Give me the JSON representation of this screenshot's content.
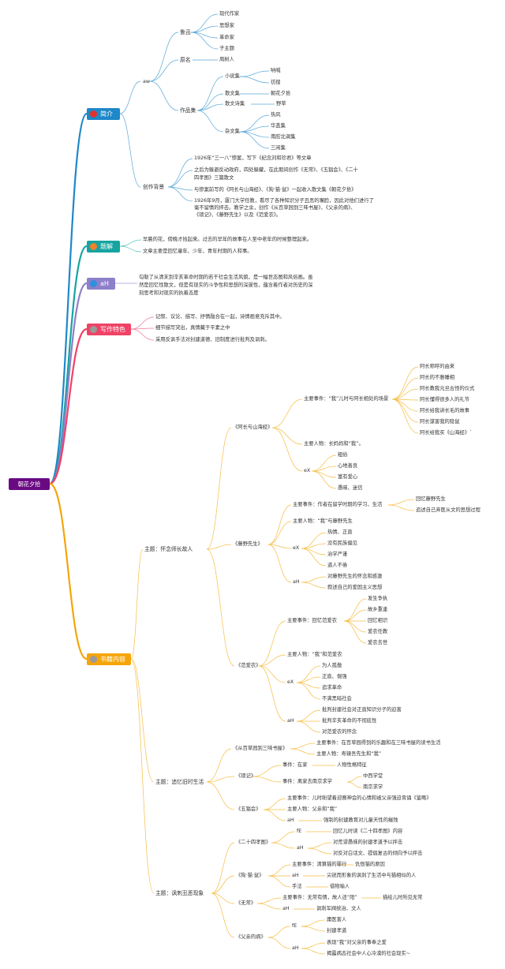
{
  "colors": {
    "brief": "#1e88c8",
    "title_explain": "#15a4a0",
    "theme": "#8e7fcb",
    "features": "#ef4266",
    "content": "#f5a50a",
    "root": "#6a0a83"
  },
  "root": {
    "label": "朝花夕拾"
  },
  "branches": {
    "brief": {
      "label": "简介",
      "icon": "red-circle-icon"
    },
    "title_explain": {
      "label": "题解",
      "icon": "orange-circle-icon"
    },
    "theme": {
      "label": "aH",
      "icon": "blue-circle-icon"
    },
    "features": {
      "label": "写作特色",
      "icon": "gray-circle-icon"
    },
    "content": {
      "label": "书籍内容",
      "icon": "gray-circle-icon"
    }
  },
  "brief": {
    "author_tag": "aw",
    "luxun": "鲁迅",
    "luxun_items": [
      "现代作家",
      "思想家",
      "革命家",
      "子主题"
    ],
    "real_name": "原名",
    "real_name_value": "周树人",
    "works": "作品集",
    "novels": "小说集",
    "novel_items": [
      "呐喊",
      "彷徨"
    ],
    "prose": "散文集",
    "prose_item": "朝花夕拾",
    "prose_poems": "散文诗集",
    "prose_poem_item": "野草",
    "essays": "杂文集",
    "essay_items": [
      "热风",
      "华盖集",
      "南腔北调集",
      "三闲集"
    ],
    "background": "创作背景",
    "background_items": [
      "1926年“三一八”惨案，写下《纪念刘和珍君》等文章",
      "之后为躲避反动政府，四处躲藏，在此期间创作《无常》、《五猖会》、《二十",
      "四孝图》三篇散文",
      "与惨案前写的《阿长与山海经》、《狗·猫·鼠》一起收入散文集《朝花夕拾》",
      "1926年9月，厦门大学任教，看尽了各种知识分子丑恶的嘴脸，因此对他们进行了",
      "毫不留情的抨击。教学之余，创作《从百草园到三味书屋》、《父亲的病》、",
      "《琐记》、《藤野先生》以及《范爱农》。"
    ]
  },
  "title_explain": {
    "lines": [
      "早晨的花，傍晚才拾起来。过去的早年的故事在人至中老年的时候整理起来。",
      "文章主要是回忆童年、少年、青年时期的人和事。"
    ]
  },
  "theme": {
    "lines": [
      "勾勒了从清末到辛亥革命时期的若干社会生活风貌，是一幅世态图和风俗画。虽",
      "然是回忆性散文，但是有现实的斗争性和思想的深邃性，蕴含着作者对历史的深",
      "刻思考和对现实的执着态度"
    ]
  },
  "features": {
    "lines": [
      "记叙、议论、描写、抒情融合在一起，诗情画意充斥其中。",
      "细节描写突出，真情藏于平素之中",
      "采用反讽手法对封建道德、旧制度进行批判及讽刺。"
    ]
  },
  "content": {
    "theme1": "主题：怀念师长故人",
    "ah_book": "《阿长与山海经》",
    "ah_event": "主要事件：“我”儿时与阿长相处的场景",
    "ah_events": [
      "阿长称呼的由来",
      "阿长的不雅睡相",
      "阿长教我元旦古怪的仪式",
      "阿长懂得很多人的礼节",
      "阿长给我讲长毛的故事",
      "阿长谋害我的隐鼠",
      "阿长给我买《山海经》`"
    ],
    "ah_person": "主要人物：长妈妈和“我”。",
    "ah_ex": "eX",
    "ah_traits": [
      "粗俗",
      "心地善良",
      "富有爱心",
      "愚昧、迷信"
    ],
    "ty_book": "《藤野先生》",
    "ty_event": "主要事件：作者在留学时期的学习、生活",
    "ty_events": [
      "回忆藤野先生",
      "追述自己弃医从文的思想过程"
    ],
    "ty_person": "主要人物：“我”与藤野先生",
    "ty_ex": "eX",
    "ty_traits": [
      "热情、正直",
      "没有民族偏见",
      "治学严谨",
      "道人不倦"
    ],
    "ty_ah": "aH",
    "ty_themes": [
      "对藤野先生的怀念和感激",
      "叙述自己的爱国主义思想"
    ],
    "fan_book": "《范爱农》",
    "fan_event": "主要事件：回忆范爱农",
    "fan_events": [
      "发生争执",
      "故乡重逢",
      "回忆相识",
      "爱农任教",
      "爱农去世"
    ],
    "fan_person": "主要人物：“我”和范爱农",
    "fan_ex": "eX",
    "fan_traits": [
      "为人孤傲",
      "正直、倔强",
      "追求革命",
      "不满黑暗社会"
    ],
    "fan_ah": "aH",
    "fan_themes": [
      "批判封建社会对正直知识分子的迫害",
      "批判辛亥革命的不彻底性",
      "对范爱农的怀念"
    ],
    "theme2": "主题：追忆旧时生活",
    "bc_book": "《从百草园到三味书屋》",
    "bc_items": [
      "主要事件：在百草园得到的乐趣和在三味书屋的读书生活",
      "主要人物：寿镜吾先生和“我”"
    ],
    "sj_book": "《琐记》",
    "sj_event1": "事件：在家",
    "sj_event1_item": "人物性格特征",
    "sj_event2": "事件：离家去南京求学",
    "sj_event2_items": [
      "中西学堂",
      "南京求学"
    ],
    "wc_book": "《五猖会》",
    "wc_items": [
      "主要事件：儿时盼望着迎赛神会的心情和被父亲强迫背诵《鉴略》",
      "主要人物：父亲和“我”"
    ],
    "wc_ah": "aH",
    "wc_ah_item": "强制的封建教育对儿童天性的摧残",
    "theme3": "主题：讽刺丑恶现象",
    "es_book": "《二十四孝图》",
    "es_tag": "fE",
    "es_tag_item": "回忆儿时读《二十四孝图》内容",
    "es_ah": "aH",
    "es_ah_items": [
      "对荒谬愚昧的封建孝道予以抨击",
      "对反对白话文、提倡复古的倾向予以抨击"
    ],
    "gm_book": "《狗·猫·鼠》",
    "gm_event": "主要事件：清算猫的罪行",
    "gm_event_item": "仇恨猫的原因",
    "gm_ah": "aH",
    "gm_ah_item": "尖锐而形象的讽刺了生活中与猫相似的人",
    "gm_method": "手法",
    "gm_method_item": "借物喻人",
    "wuc_book": "《无常》",
    "wuc_event": "主要事件：无常有情，故人还“阳”",
    "wuc_event_item": "描绘儿时所见无常",
    "wuc_ah": "aH",
    "wuc_ah_item": "讽刺军阀统治、文人",
    "fq_book": "《父亲的病》",
    "fq_tag": "fE",
    "fq_tag_items": [
      "庸医害人",
      "封建孝道"
    ],
    "fq_ah": "aH",
    "fq_ah_items": [
      "表现“我”对父亲的事奉之爱",
      "揭露病态社会中人心冷漠的社会现实~"
    ]
  }
}
